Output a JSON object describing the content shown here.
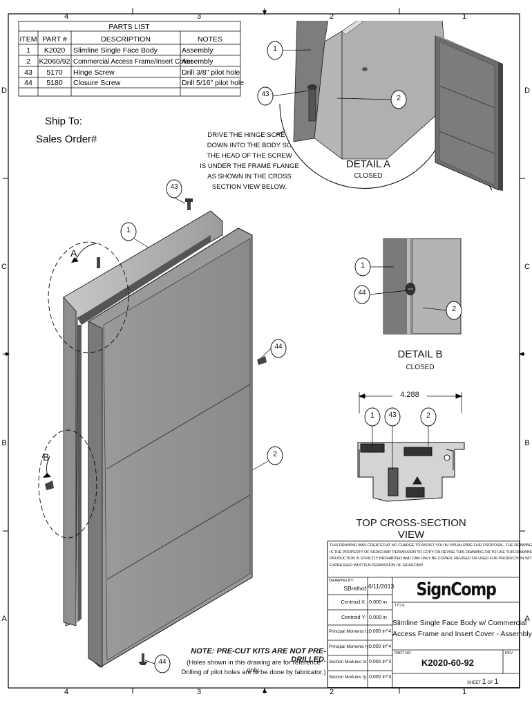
{
  "border": {
    "columns_top": [
      "4",
      "3",
      "2",
      "1"
    ],
    "columns_bottom": [
      "4",
      "3",
      "2",
      "1"
    ],
    "rows": [
      "D",
      "C",
      "B",
      "A"
    ]
  },
  "parts_list": {
    "title": "PARTS LIST",
    "headers": [
      "ITEM",
      "PART #",
      "DESCRIPTION",
      "NOTES"
    ],
    "rows": [
      [
        "1",
        "K2020",
        "Slimline Single Face Body",
        "Assembly"
      ],
      [
        "2",
        "K2060/92",
        "Commercial Access Frame/Insert Cover",
        "Assembly"
      ],
      [
        "43",
        "5170",
        "Hinge Screw",
        "Drill 3/8\" pilot hole"
      ],
      [
        "44",
        "5180",
        "Closure Screw",
        "Drill 5/16\" pilot hole"
      ]
    ]
  },
  "ship_to": {
    "line1": "Ship To:",
    "line2": "Sales Order#"
  },
  "hinge_note": [
    "DRIVE THE HINGE SCREW",
    "DOWN INTO THE BODY SO",
    "THE HEAD OF THE SCREW",
    "IS UNDER THE FRAME FLANGE",
    "AS SHOWN IN THE CROSS",
    "SECTION VIEW BELOW."
  ],
  "detail_a": {
    "title": "DETAIL  A",
    "subtitle": "CLOSED"
  },
  "detail_b": {
    "title": "DETAIL  B",
    "subtitle": "CLOSED"
  },
  "cross_section": {
    "title": "TOP CROSS-SECTION VIEW",
    "dimension": "4.288"
  },
  "view_letters": {
    "a": "A",
    "b": "B"
  },
  "balloons": {
    "b1": "1",
    "b2": "2",
    "b43": "43",
    "b44": "44"
  },
  "note": {
    "title": "NOTE: PRE-CUT KITS ARE NOT PRE-DRILLED.",
    "line1": "(Holes shown in this drawing are for reference only.",
    "line2": "Drilling of pilot holes are to be done by fabricator.)"
  },
  "title_block": {
    "disclaimer": [
      "THIS DRAWING WAS CREATED AT NO CHARGE TO ASSIST YOU IN VISUALIZING OUR PROPOSAL.  THE DRAWING HEREIN",
      "IS THE PROPERTY OF SIGNCOMP.  PERMISSION TO COPY OR REVISE THIS DRAWING OR TO USE THIS DRAWING FOR",
      "PRODUCTION IS STRICTLY PROHIBITED AND CAN ONLY BE COPIED, REVISED OR USED FOR PRODUCTION WITH THE",
      "EXPRESSED WRITTEN PERMISSION OF SIGNCOMP."
    ],
    "drawing_by_label": "DRAWING BY:",
    "drawing_by": "SBrelhof",
    "date": "6/11/2013",
    "logo": "SignComp",
    "properties": [
      {
        "label": "Centroid X:",
        "value": "0.000 in"
      },
      {
        "label": "Centroid Y:",
        "value": "0.000 in"
      },
      {
        "label": "Principal Moments Ix:",
        "value": "0.000 in^4"
      },
      {
        "label": "Principal Moments Iy:",
        "value": "0.000 in^4"
      },
      {
        "label": "Section Modulus Ix:",
        "value": "0.000 in^3"
      },
      {
        "label": "Section Modulus Iy:",
        "value": "0.000 in^3"
      }
    ],
    "title_label": "TITLE",
    "title_line1": "Slimline Single Face Body w/ Commercial",
    "title_line2": "Access Frame and Insert Cover - Assembly",
    "part_no_label": "PART NO",
    "part_no": "K2020-60-92",
    "rev_label": "REV",
    "sheet_label": "SHEET",
    "sheet_num": "1",
    "of_label": "OF",
    "sheet_total": "1"
  }
}
